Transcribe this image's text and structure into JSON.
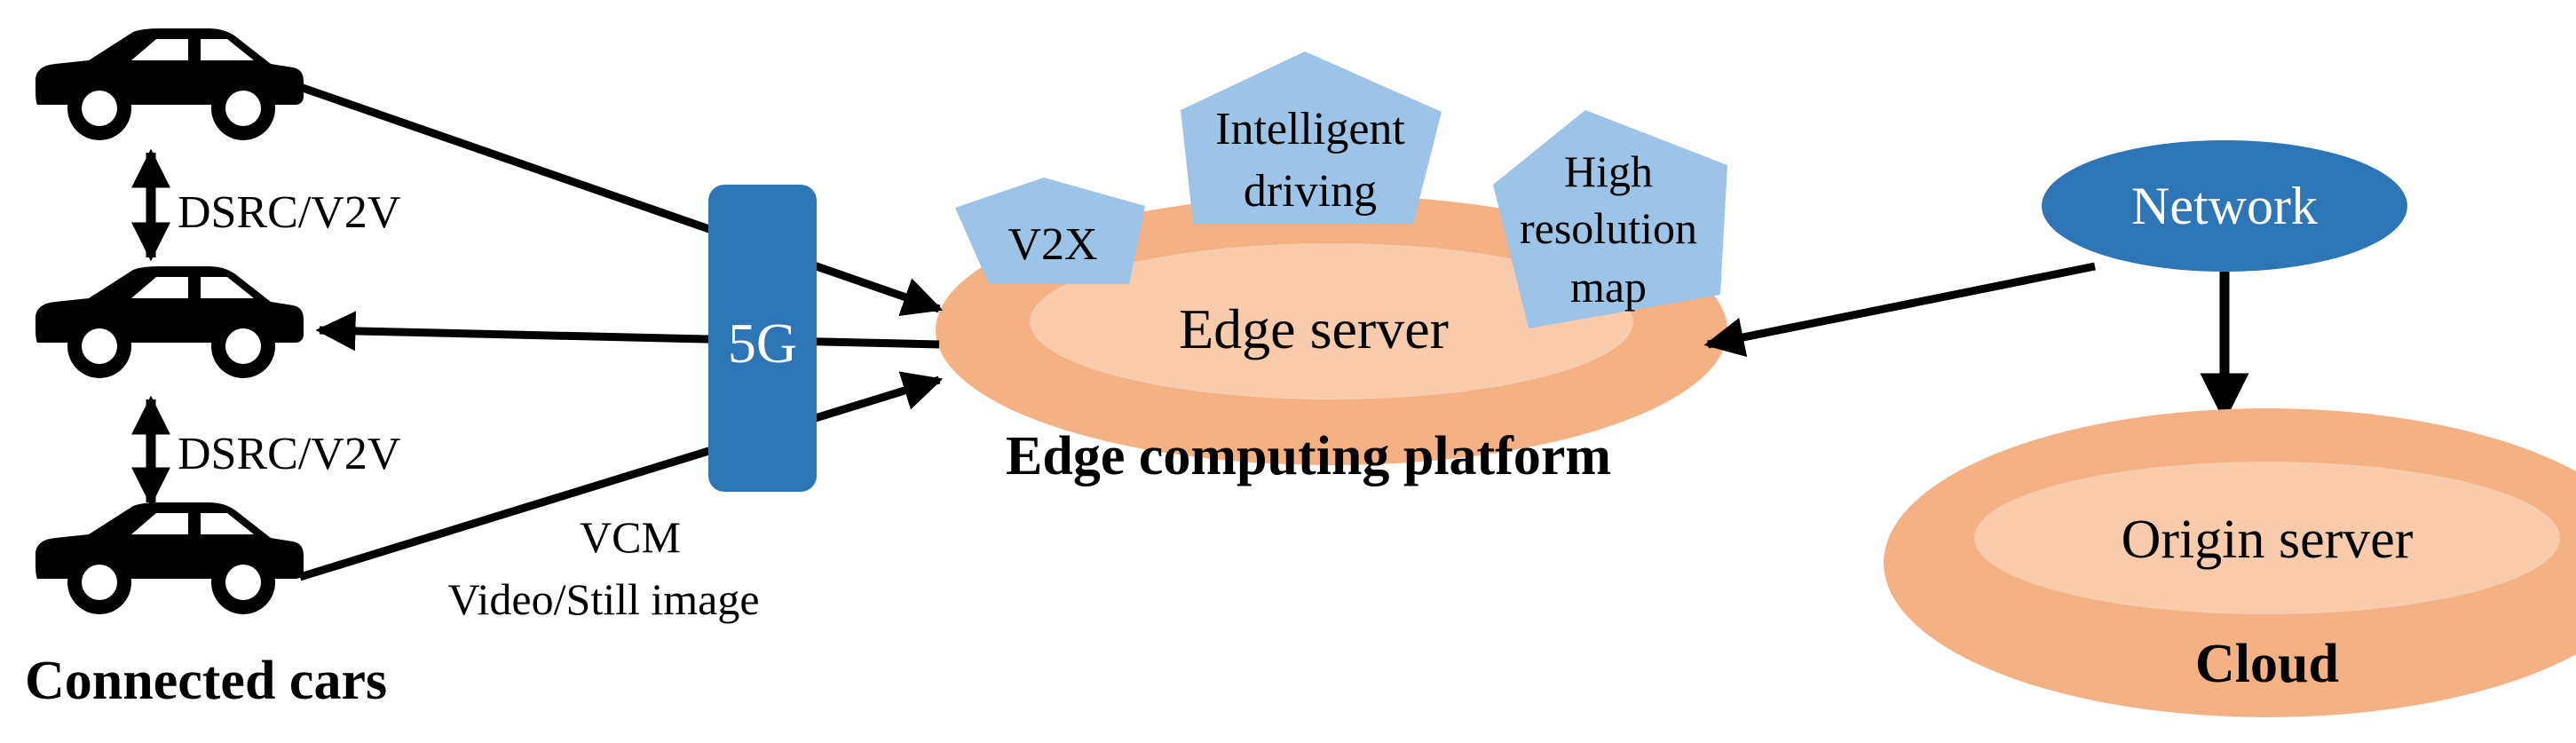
{
  "cars": {
    "group_label": "Connected cars",
    "link_label_top": "DSRC/V2V",
    "link_label_bottom": "DSRC/V2V"
  },
  "fiveg": {
    "label": "5G"
  },
  "upload_label": {
    "line1": "VCM",
    "line2": "Video/Still image"
  },
  "edge": {
    "server_label": "Edge server",
    "platform_label": "Edge computing platform",
    "services": [
      {
        "lines": [
          "V2X"
        ]
      },
      {
        "lines": [
          "Intelligent",
          "driving"
        ]
      },
      {
        "lines": [
          "High",
          "resolution",
          "map"
        ]
      }
    ]
  },
  "network": {
    "label": "Network"
  },
  "cloud": {
    "server_label": "Origin server",
    "label": "Cloud"
  },
  "colors": {
    "ink": "#000000",
    "blue": "#2E75B6",
    "service_blue": "#9DC3E6",
    "orange_outer": "#F4B183",
    "orange_inner": "#F8CBAD"
  }
}
